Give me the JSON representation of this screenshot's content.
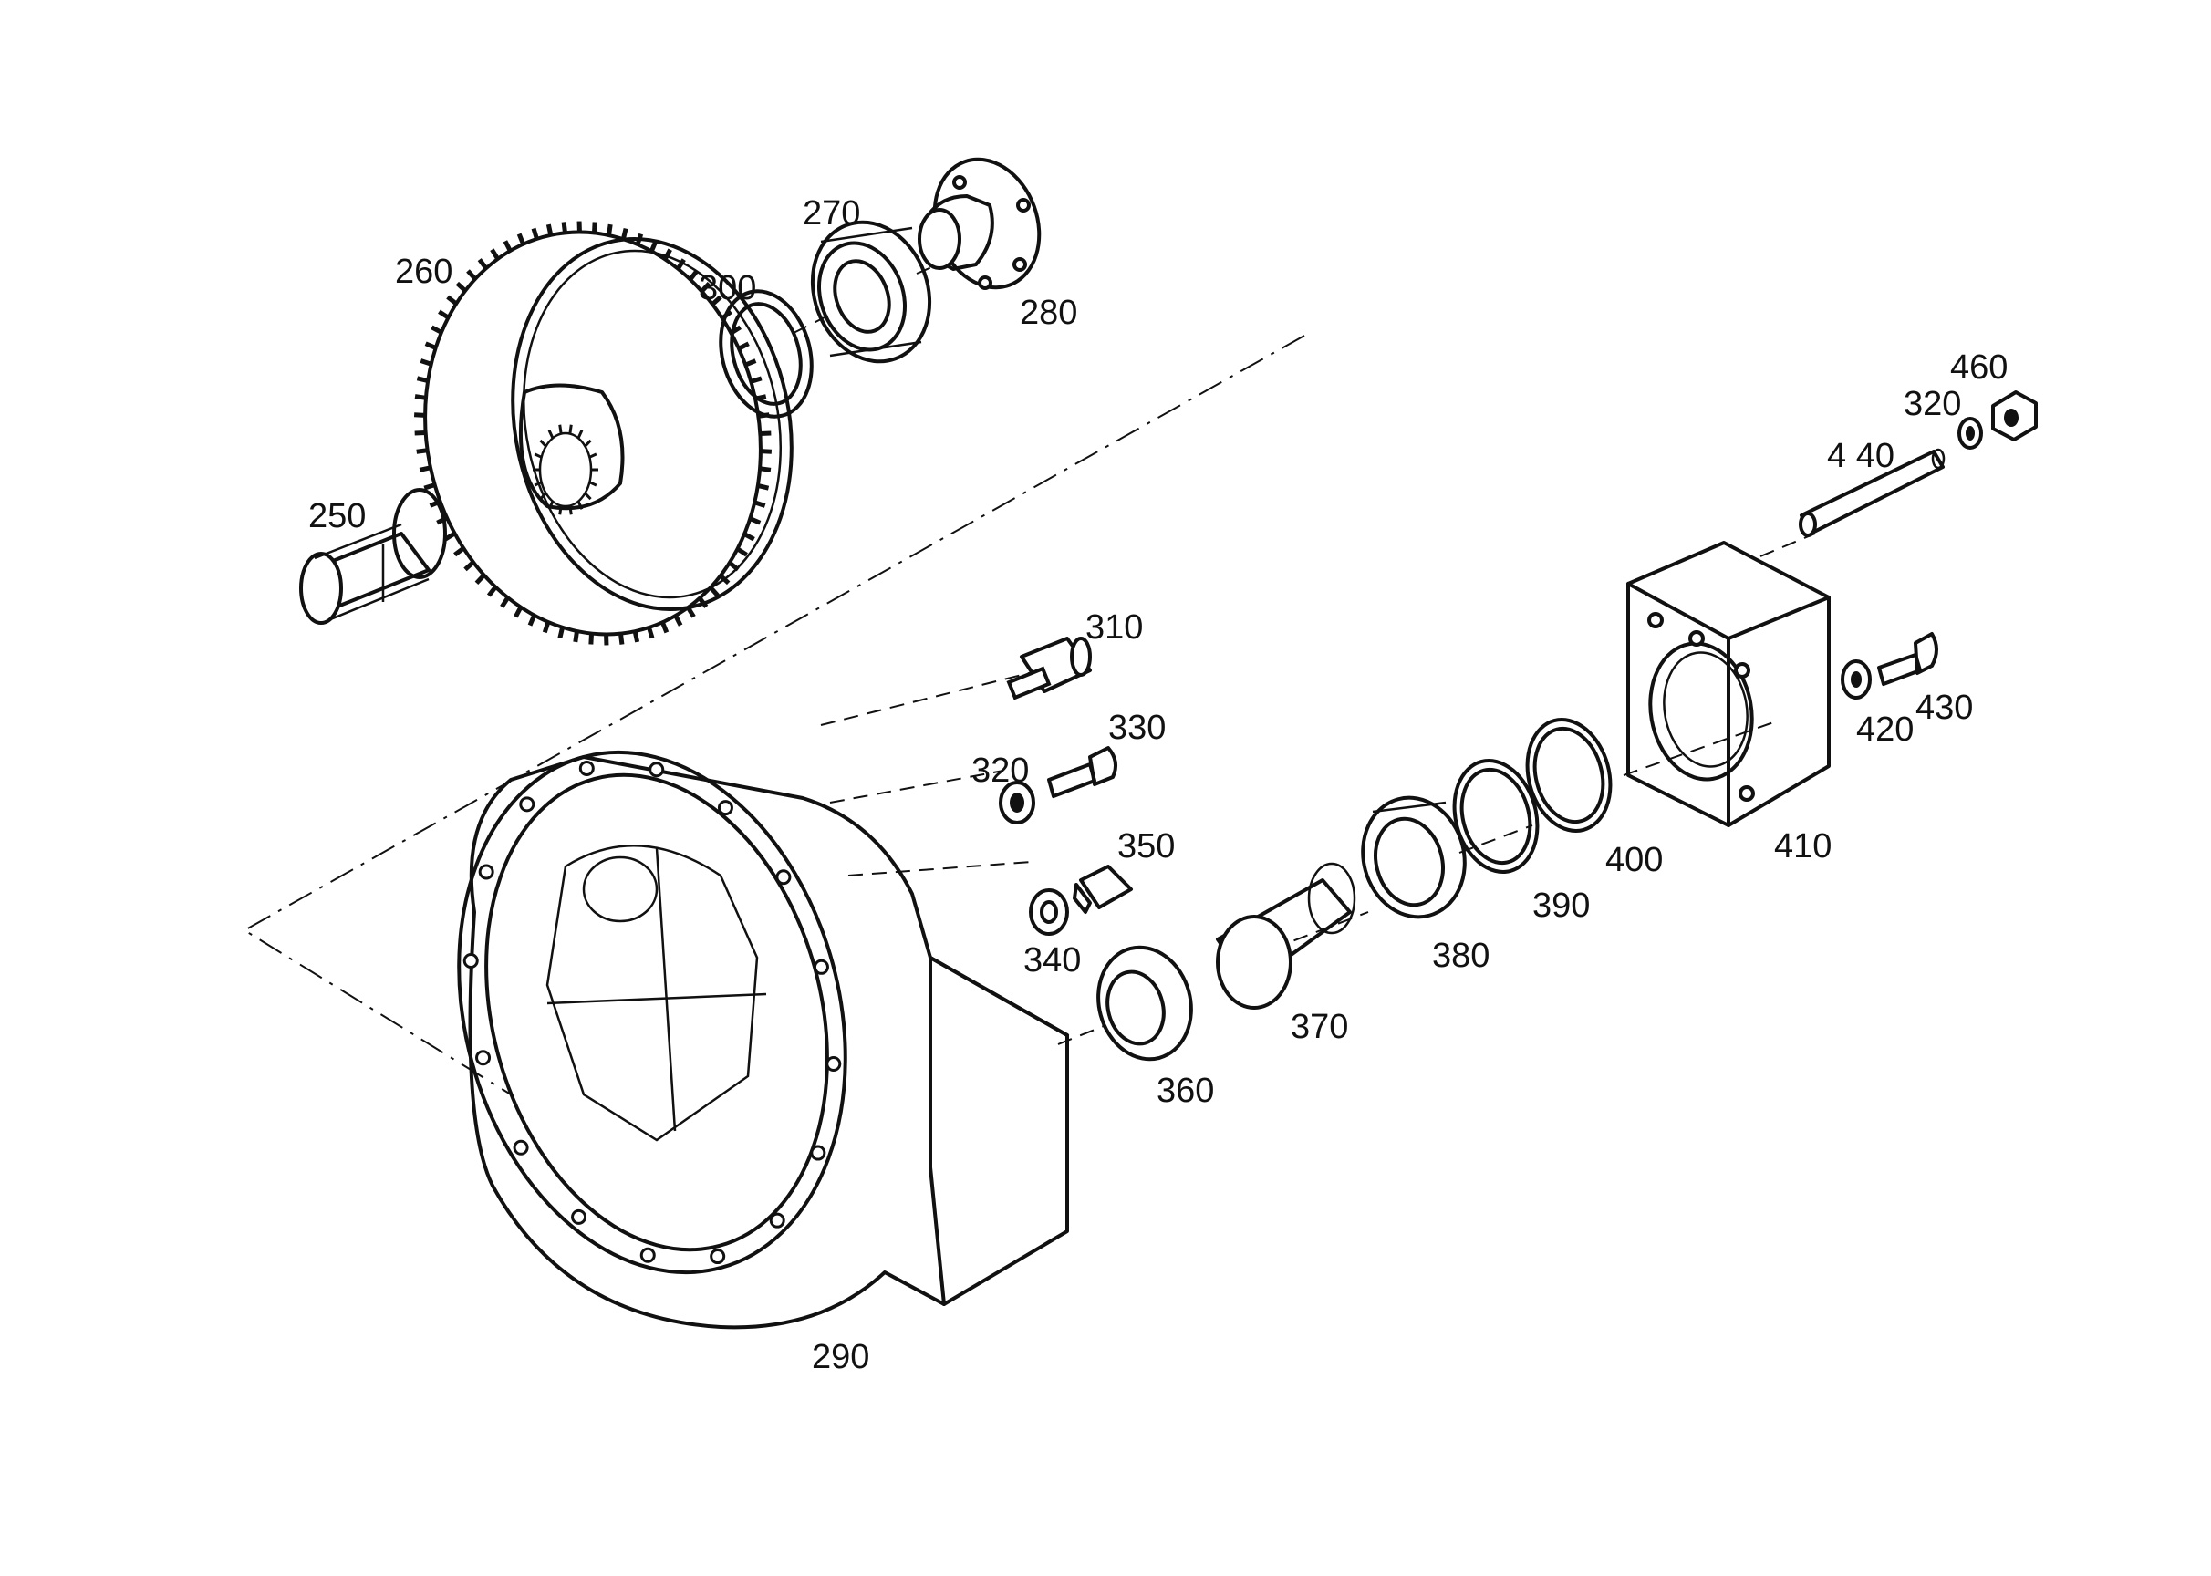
{
  "parts": [
    {
      "id": "250",
      "label": "250"
    },
    {
      "id": "260",
      "label": "260"
    },
    {
      "id": "270",
      "label": "270"
    },
    {
      "id": "280",
      "label": "280"
    },
    {
      "id": "290",
      "label": "290"
    },
    {
      "id": "300",
      "label": "300"
    },
    {
      "id": "310",
      "label": "310"
    },
    {
      "id": "320a",
      "label": "320"
    },
    {
      "id": "320b",
      "label": "320"
    },
    {
      "id": "330",
      "label": "330"
    },
    {
      "id": "340",
      "label": "340"
    },
    {
      "id": "350",
      "label": "350"
    },
    {
      "id": "360",
      "label": "360"
    },
    {
      "id": "370",
      "label": "370"
    },
    {
      "id": "380",
      "label": "380"
    },
    {
      "id": "390",
      "label": "390"
    },
    {
      "id": "400",
      "label": "400"
    },
    {
      "id": "410",
      "label": "410"
    },
    {
      "id": "420",
      "label": "420"
    },
    {
      "id": "430",
      "label": "430"
    },
    {
      "id": "440",
      "label": "4 40"
    },
    {
      "id": "460",
      "label": "460"
    }
  ]
}
